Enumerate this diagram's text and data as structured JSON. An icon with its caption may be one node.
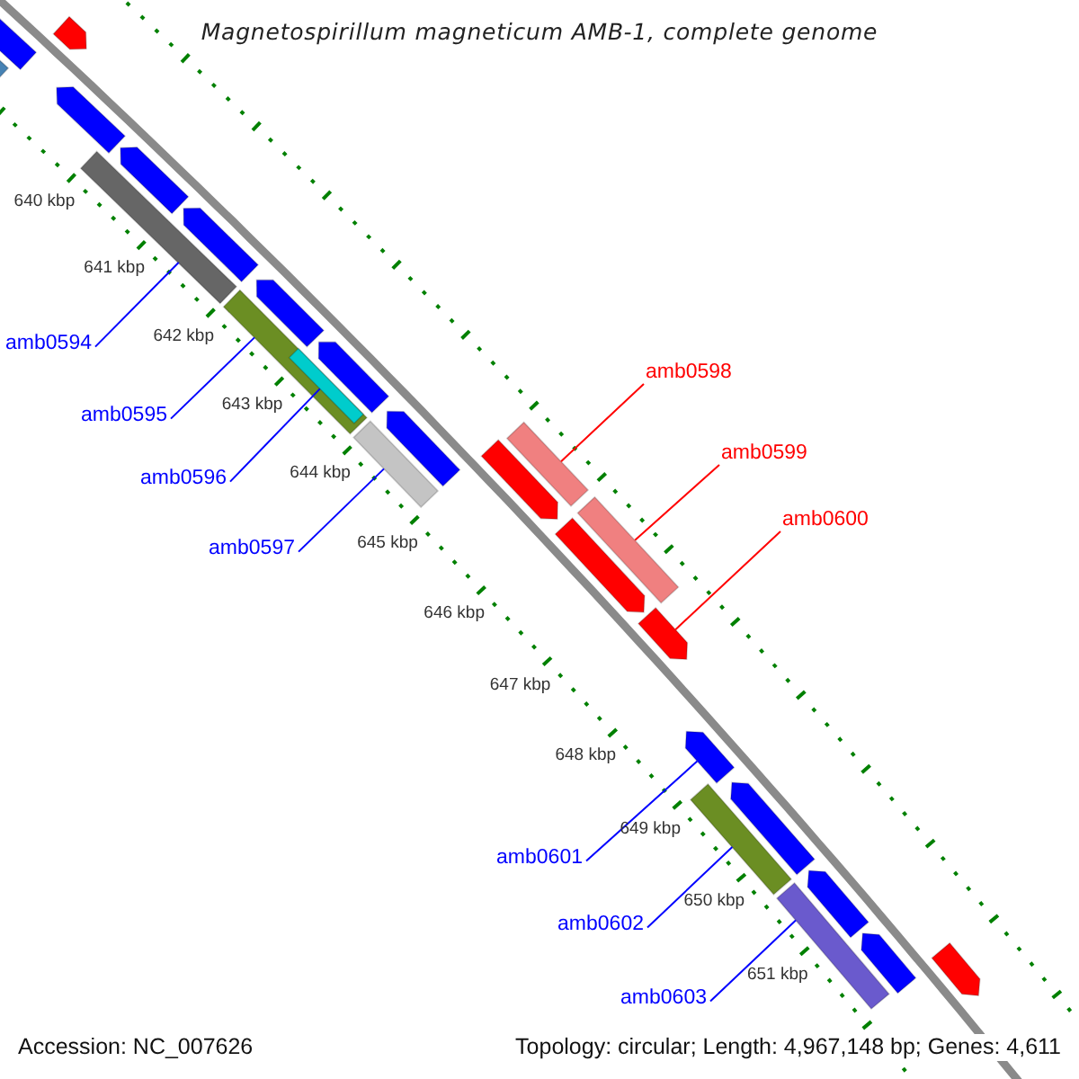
{
  "diagram": {
    "title": "Magnetospirillum magneticum AMB-1, complete genome",
    "nodes": [
      {
        "text": [
          "amb0594"
        ]
      },
      {
        "text": [
          "amb0595"
        ]
      },
      {
        "text": [
          "amb0596"
        ]
      },
      {
        "text": [
          "amb0597"
        ]
      },
      {
        "text": [
          "amb0598"
        ]
      },
      {
        "text": [
          "amb0599"
        ]
      },
      {
        "text": [
          "amb0600"
        ]
      },
      {
        "text": [
          "amb0601"
        ]
      },
      {
        "text": [
          "amb0602"
        ]
      },
      {
        "text": [
          "amb0603"
        ]
      },
      {
        "text": [],
        "shape": "pentagon"
      },
      {
        "text": [],
        "shape": "bar"
      },
      {
        "text": [],
        "shape": "pentagon"
      },
      {
        "text": [],
        "shape": "pentagon"
      },
      {
        "text": [],
        "shape": "bar"
      },
      {
        "text": [],
        "shape": "pentagon"
      },
      {
        "text": [],
        "shape": "pentagon"
      },
      {
        "text": [],
        "shape": "bar"
      },
      {
        "text": [],
        "shape": "pentagon"
      },
      {
        "text": [],
        "shape": "bar",
        "in": 17
      },
      {
        "text": [],
        "shape": "pentagon"
      },
      {
        "text": [],
        "shape": "bar"
      },
      {
        "text": [],
        "shape": "pentagon"
      },
      {
        "text": [],
        "shape": "pentagon"
      },
      {
        "text": [],
        "shape": "bar"
      },
      {
        "text": [],
        "shape": "pentagon"
      },
      {
        "text": [],
        "shape": "bar"
      },
      {
        "text": [],
        "shape": "pentagon"
      },
      {
        "text": [],
        "shape": "pentagon"
      },
      {
        "text": [],
        "shape": "bar"
      },
      {
        "text": [],
        "shape": "pentagon"
      },
      {
        "text": [],
        "shape": "bar"
      },
      {
        "text": [],
        "shape": "pentagon"
      },
      {
        "text": [],
        "shape": "pentagon"
      },
      {
        "text": [],
        "shape": "pentagon"
      }
    ],
    "edges": [
      {
        "from": 0,
        "to": 14,
        "arrow": "none"
      },
      {
        "from": 1,
        "to": 17,
        "arrow": "none"
      },
      {
        "from": 2,
        "to": 19,
        "arrow": "none"
      },
      {
        "from": 3,
        "to": 21,
        "arrow": "none"
      },
      {
        "from": 4,
        "to": 24,
        "arrow": "none",
        "color": "#ff0000"
      },
      {
        "from": 5,
        "to": 26,
        "arrow": "none",
        "color": "#ff0000"
      },
      {
        "from": 6,
        "to": 27,
        "arrow": "none",
        "color": "#ff0000"
      },
      {
        "from": 7,
        "to": 28,
        "arrow": "none"
      },
      {
        "from": 8,
        "to": 29,
        "arrow": "none"
      },
      {
        "from": 9,
        "to": 31,
        "arrow": "none"
      }
    ],
    "labels": [
      "640 kbp",
      "641 kbp",
      "642 kbp",
      "643 kbp",
      "644 kbp",
      "645 kbp",
      "646 kbp",
      "647 kbp",
      "648 kbp",
      "649 kbp",
      "650 kbp",
      "651 kbp",
      "Accession: NC_007626",
      "Topology: circular; Length: 4,967,148 bp; Genes: 4,611"
    ]
  }
}
